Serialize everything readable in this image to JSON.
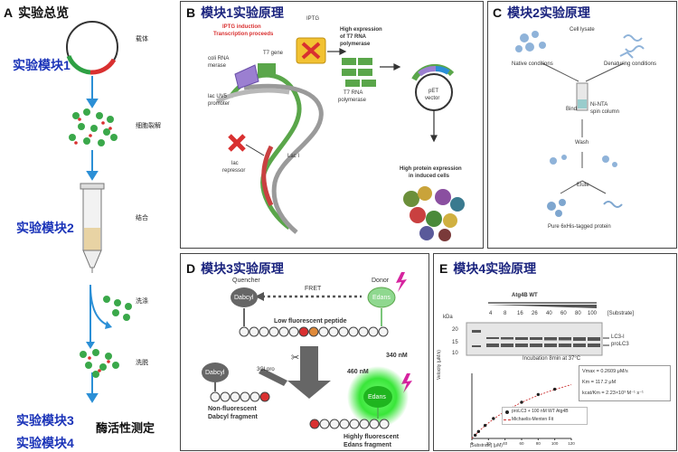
{
  "panel_a": {
    "title_letter": "A",
    "title": "实验总览",
    "module1": "实验模块1",
    "module2": "实验模块2",
    "module3": "实验模块3",
    "module4": "实验模块4",
    "step_vector": "载体",
    "step_lysis": "细胞裂解",
    "step_bind": "结合",
    "step_wash": "洗涤",
    "step_elute": "洗脱",
    "enzyme_assay": "酶活性测定"
  },
  "panel_b": {
    "title_letter": "B",
    "title": "模块1实验原理",
    "iptg_induction": "IPTG induction",
    "transcription": "Transcription proceeds",
    "iptg": "IPTG",
    "t7_gene": "T7 gene",
    "coli_rna": "coli RNA",
    "polymerase": "merase",
    "lac_uv5": "lac UV5",
    "promoter": "promoter",
    "lac_i": "Lac I",
    "lac": "lac",
    "repressor": "repressor",
    "high_expr_1": "High expression",
    "high_expr_2": "of T7 RNA",
    "high_expr_3": "polymerase",
    "t7_rna_1": "T7 RNA",
    "t7_rna_2": "polymerase",
    "pet_1": "pET",
    "pet_2": "vector",
    "high_protein_1": "High protein expression",
    "high_protein_2": "in induced cells"
  },
  "panel_c": {
    "title_letter": "C",
    "title": "模块2实验原理",
    "cell_lysate": "Cell lysate",
    "native": "Native conditions",
    "denaturing": "Denaturing conditions",
    "bind": "Bind",
    "column_1": "Ni-NTA",
    "column_2": "spin column",
    "wash": "Wash",
    "elute": "Elute",
    "pure": "Pure 6xHis-tagged protein"
  },
  "panel_d": {
    "title_letter": "D",
    "title": "模块3实验原理",
    "quencher": "Quencher",
    "donor": "Donor",
    "dabcyl": "Dabcyl",
    "edans": "Edans",
    "fret": "FRET",
    "low_fluor": "Low fluorescent peptide",
    "enzyme": "3CLpro",
    "nm460": "460 nM",
    "nm340": "340 nM",
    "nonfluor_1": "Non-fluorescent",
    "nonfluor_2": "Dabcyl fragment",
    "highly_1": "Highly fluorescent",
    "highly_2": "Edans fragment"
  },
  "panel_e": {
    "title_letter": "E",
    "title": "模块4实验原理",
    "enzyme": "Atg4B WT",
    "kda": "kDa",
    "substrate_label": "[Substrate]",
    "lanes": [
      "4",
      "8",
      "16",
      "26",
      "40",
      "60",
      "80",
      "100"
    ],
    "mw": [
      "20",
      "15",
      "10"
    ],
    "lc3_i": "LC3-I",
    "pro_lc3": "proLC3",
    "incubation": "Incubation 8min at 37°C",
    "vmax": "Vmax = 0.2609 μM/s",
    "km": "Km = 117.2 μM",
    "kcat": "kcat/Km = 2.23×10³ M⁻¹ s⁻¹",
    "legend_1": "proLC3 + 100 nM WT Atg4B",
    "legend_2": "Michaelis-Menten Fit",
    "xlabel": "[Substrate] (μM)",
    "ylabel": "Velocity (μM/s)",
    "xticks": [
      "0",
      "20",
      "40",
      "60",
      "80",
      "100",
      "120"
    ]
  },
  "chart_data": {
    "type": "scatter",
    "title": "",
    "xlabel": "[Substrate] (μM)",
    "ylabel": "Velocity (μM/s)",
    "xlim": [
      0,
      120
    ],
    "ylim": [
      0,
      0.16
    ],
    "series": [
      {
        "name": "proLC3 + 100 nM WT Atg4B",
        "x": [
          4,
          8,
          16,
          26,
          40,
          60,
          80,
          100
        ],
        "y": [
          0.008,
          0.017,
          0.032,
          0.049,
          0.065,
          0.089,
          0.108,
          0.121
        ]
      },
      {
        "name": "Michaelis-Menten Fit",
        "vmax": 0.2609,
        "km": 117.2
      }
    ]
  },
  "colors": {
    "title_blue": "#1a237e",
    "module_blue": "#1a33b8",
    "arrow_blue": "#2b8fd6",
    "green": "#3aa84a",
    "red": "#d93030",
    "edans_green": "#39e639"
  }
}
